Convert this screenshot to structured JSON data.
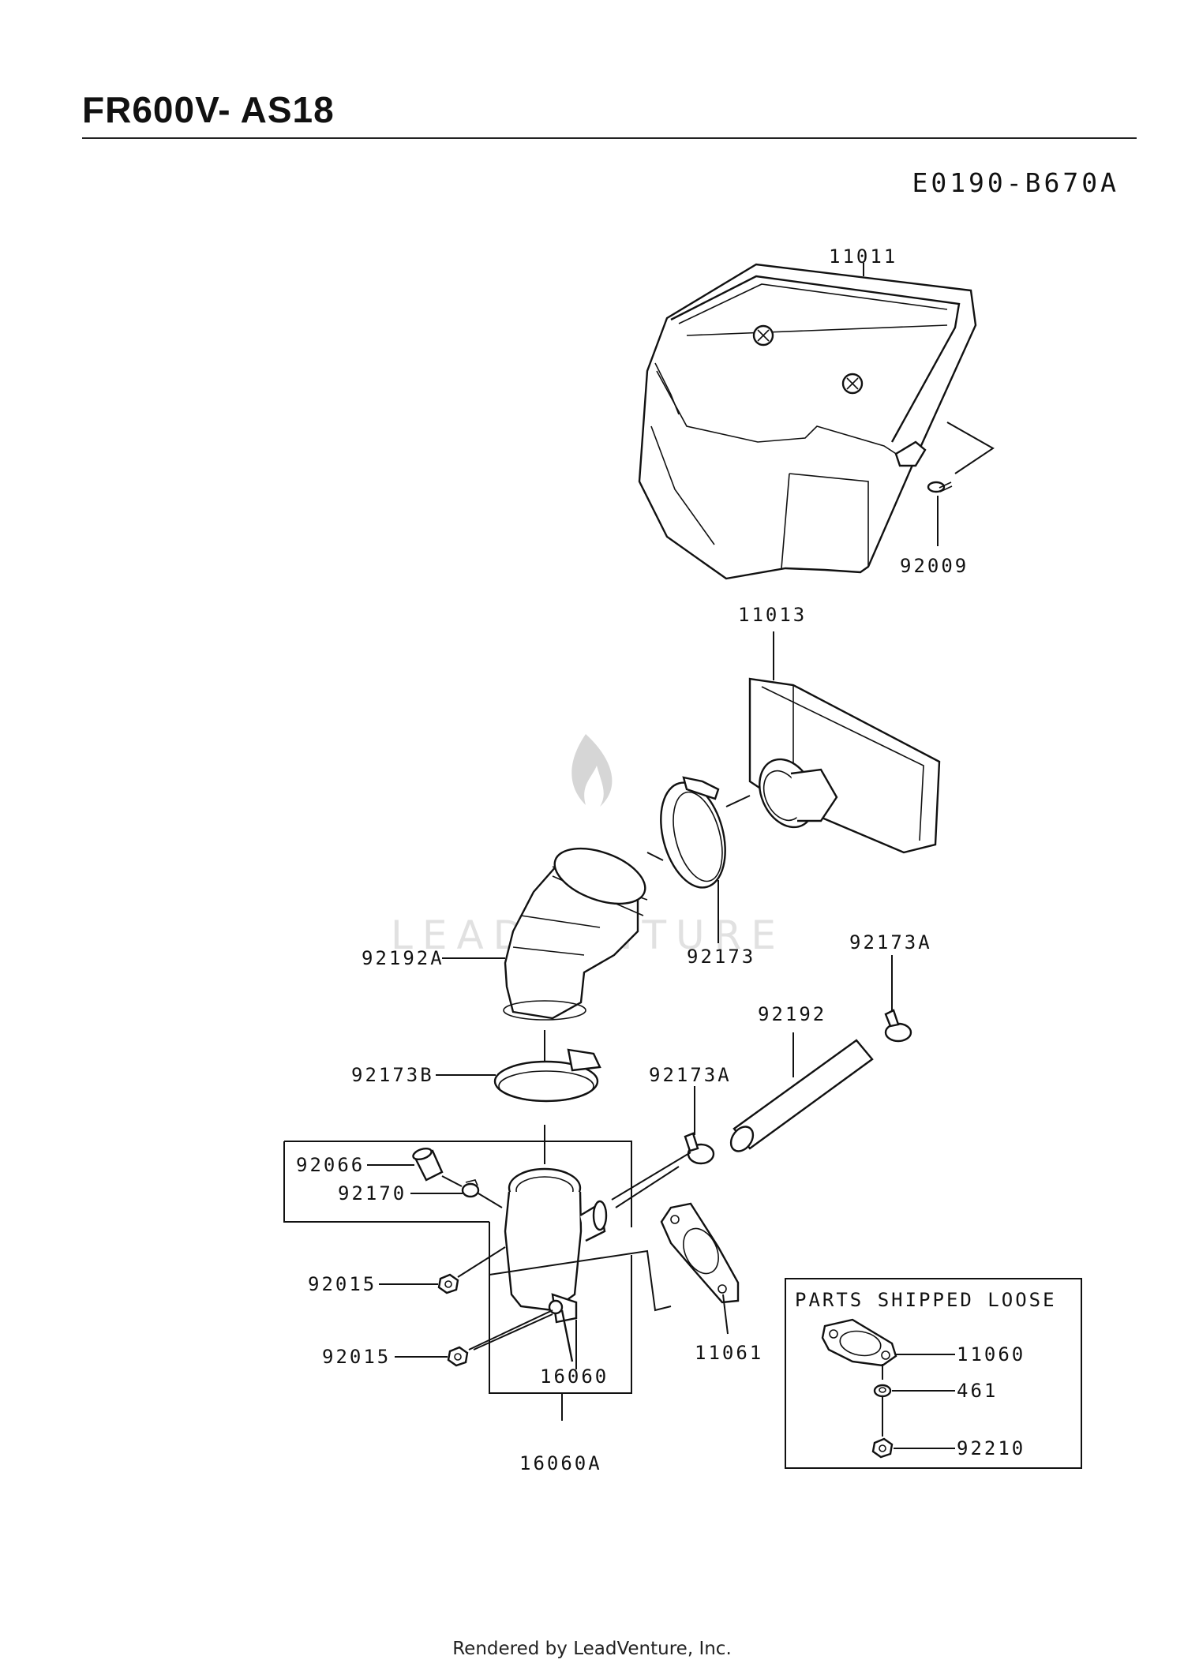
{
  "header": {
    "title": "FR600V- AS18",
    "diagram_code": "E0190-B670A"
  },
  "parts": {
    "p11011": "11011",
    "p92009": "92009",
    "p11013": "11013",
    "p92173": "92173",
    "p92192A": "92192A",
    "p92173A_top": "92173A",
    "p92192": "92192",
    "p92173B": "92173B",
    "p92173A_mid": "92173A",
    "p92066": "92066",
    "p92170": "92170",
    "p92015_a": "92015",
    "p92015_b": "92015",
    "p16060": "16060",
    "p11061": "11061",
    "p16060A": "16060A"
  },
  "loose_box": {
    "title": "PARTS SHIPPED LOOSE",
    "items": [
      "11060",
      "461",
      "92210"
    ]
  },
  "watermark": {
    "text": "LEADVENTURE"
  },
  "footer": {
    "text": "Rendered by LeadVenture, Inc."
  }
}
